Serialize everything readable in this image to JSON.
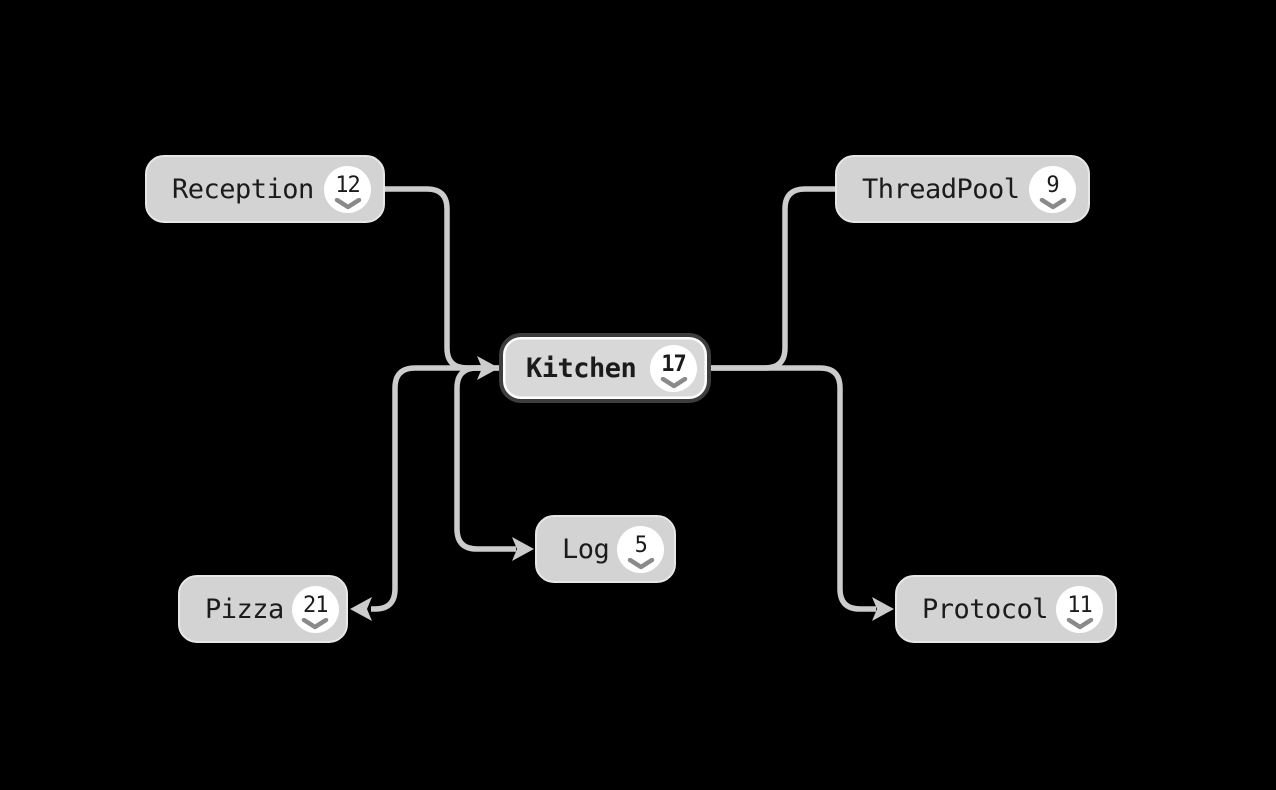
{
  "nodes": [
    {
      "id": "reception",
      "label": "Reception",
      "count": "12",
      "active": false
    },
    {
      "id": "threadpool",
      "label": "ThreadPool",
      "count": "9",
      "active": false
    },
    {
      "id": "kitchen",
      "label": "Kitchen",
      "count": "17",
      "active": true
    },
    {
      "id": "log",
      "label": "Log",
      "count": "5",
      "active": false
    },
    {
      "id": "pizza",
      "label": "Pizza",
      "count": "21",
      "active": false
    },
    {
      "id": "protocol",
      "label": "Protocol",
      "count": "11",
      "active": false
    }
  ],
  "edges": [
    {
      "from": "Reception",
      "to": "Kitchen",
      "arrowhead": true
    },
    {
      "from": "Kitchen",
      "to": "ThreadPool",
      "arrowhead": false
    },
    {
      "from": "Kitchen",
      "to": "Protocol",
      "arrowhead": true
    },
    {
      "from": "Kitchen",
      "to": "Log",
      "arrowhead": true
    },
    {
      "from": "Kitchen",
      "to": "Pizza",
      "arrowhead": true
    }
  ],
  "colors": {
    "background": "#000000",
    "node_fill": "#d3d3d3",
    "node_border": "#e7e7e7",
    "active_node_border": "#3d3d3d",
    "active_node_inner_rim": "#ffffff",
    "edge": "#cccccc",
    "badge_background": "#ffffff",
    "label_text": "#1b1b1b",
    "chevron": "#8a8a8a"
  },
  "icons": {
    "badge_expander": "chevron-down"
  }
}
